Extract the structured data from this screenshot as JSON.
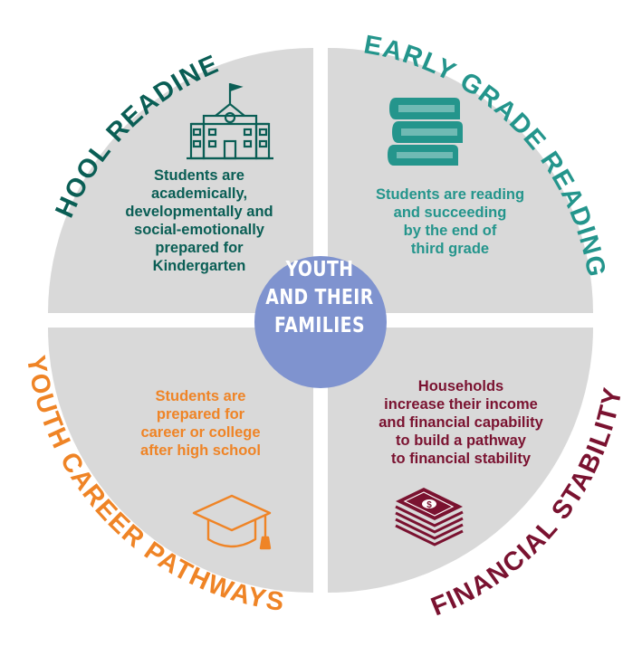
{
  "colors": {
    "quadrant_fill": "#d9d9d9",
    "center_fill": "#7f93cf",
    "school_readiness": "#0a5e55",
    "early_grade_reading": "#24958c",
    "youth_career_pathways": "#ef8426",
    "financial_stability": "#7a1230"
  },
  "center": {
    "lines": [
      "YOUTH",
      "AND THEIR",
      "FAMILIES"
    ]
  },
  "quadrants": [
    {
      "key": "school_readiness",
      "title": "SCHOOL READINESS",
      "icon": "school-building-icon",
      "lines": [
        "Students are",
        "academically,",
        "developmentally and",
        "social-emotionally",
        "prepared for",
        "Kindergarten"
      ]
    },
    {
      "key": "early_grade_reading",
      "title": "EARLY GRADE READING",
      "icon": "books-stack-icon",
      "lines": [
        "Students are reading",
        "and succeeding",
        "by the end of",
        "third grade"
      ]
    },
    {
      "key": "youth_career_pathways",
      "title": "YOUTH CAREER PATHWAYS",
      "icon": "graduation-cap-icon",
      "lines": [
        "Students are",
        "prepared for",
        "career or college",
        "after high school"
      ]
    },
    {
      "key": "financial_stability",
      "title": "FINANCIAL STABILITY",
      "icon": "money-stack-icon",
      "lines": [
        "Households",
        "increase their income",
        "and financial capability",
        "to build a pathway",
        "to financial stability"
      ]
    }
  ]
}
